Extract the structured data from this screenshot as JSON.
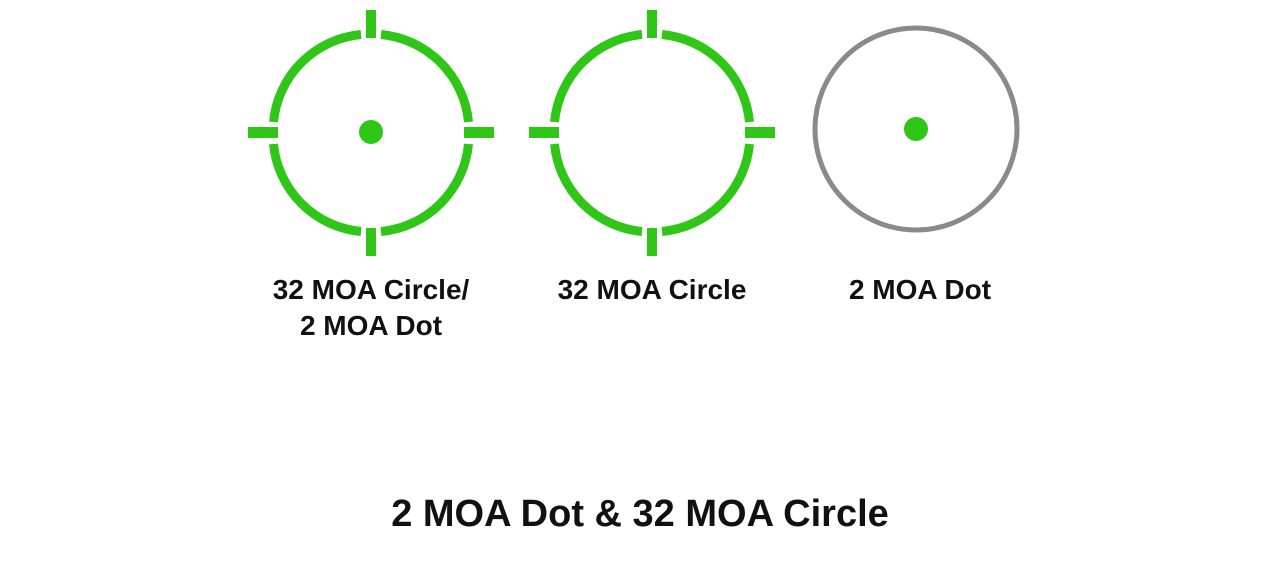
{
  "colors": {
    "reticle_green": "#2fc617",
    "ring_gray": "#8a8a8a",
    "text": "#111111",
    "background": "#ffffff"
  },
  "reticles": [
    {
      "icon": "circle-dot-reticle-icon",
      "has_ring": true,
      "ring_color": "green",
      "has_ticks": true,
      "has_dot": true,
      "label_lines": [
        "32 MOA Circle/",
        "2 MOA Dot"
      ]
    },
    {
      "icon": "circle-reticle-icon",
      "has_ring": true,
      "ring_color": "green",
      "has_ticks": true,
      "has_dot": false,
      "label_lines": [
        "32 MOA Circle"
      ]
    },
    {
      "icon": "dot-reticle-icon",
      "has_ring": true,
      "ring_color": "gray",
      "has_ticks": false,
      "has_dot": true,
      "label_lines": [
        "2 MOA Dot"
      ]
    }
  ],
  "caption": "2 MOA Dot & 32 MOA Circle"
}
